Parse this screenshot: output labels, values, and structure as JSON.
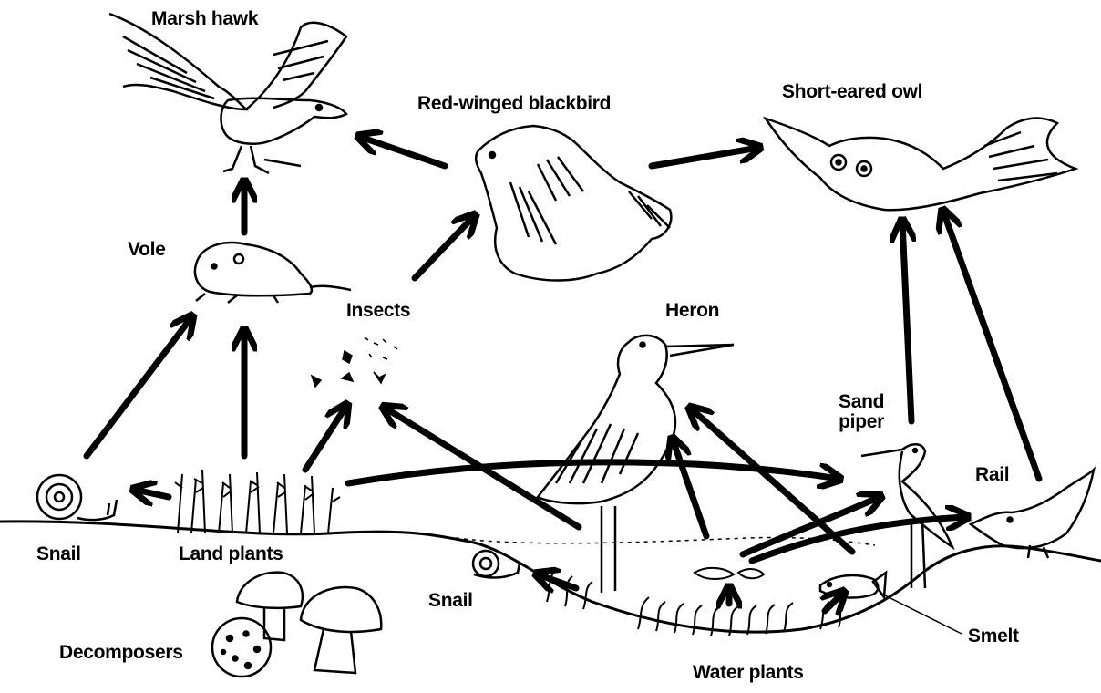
{
  "organisms": {
    "marsh_hawk": "Marsh hawk",
    "red_winged_blackbird": "Red-winged blackbird",
    "short_eared_owl": "Short-eared owl",
    "vole": "Vole",
    "insects": "Insects",
    "heron": "Heron",
    "sand_piper": "Sand\npiper",
    "rail": "Rail",
    "snail_land": "Snail",
    "land_plants": "Land plants",
    "snail_water": "Snail",
    "decomposers": "Decomposers",
    "water_plants": "Water plants",
    "smelt": "Smelt"
  }
}
